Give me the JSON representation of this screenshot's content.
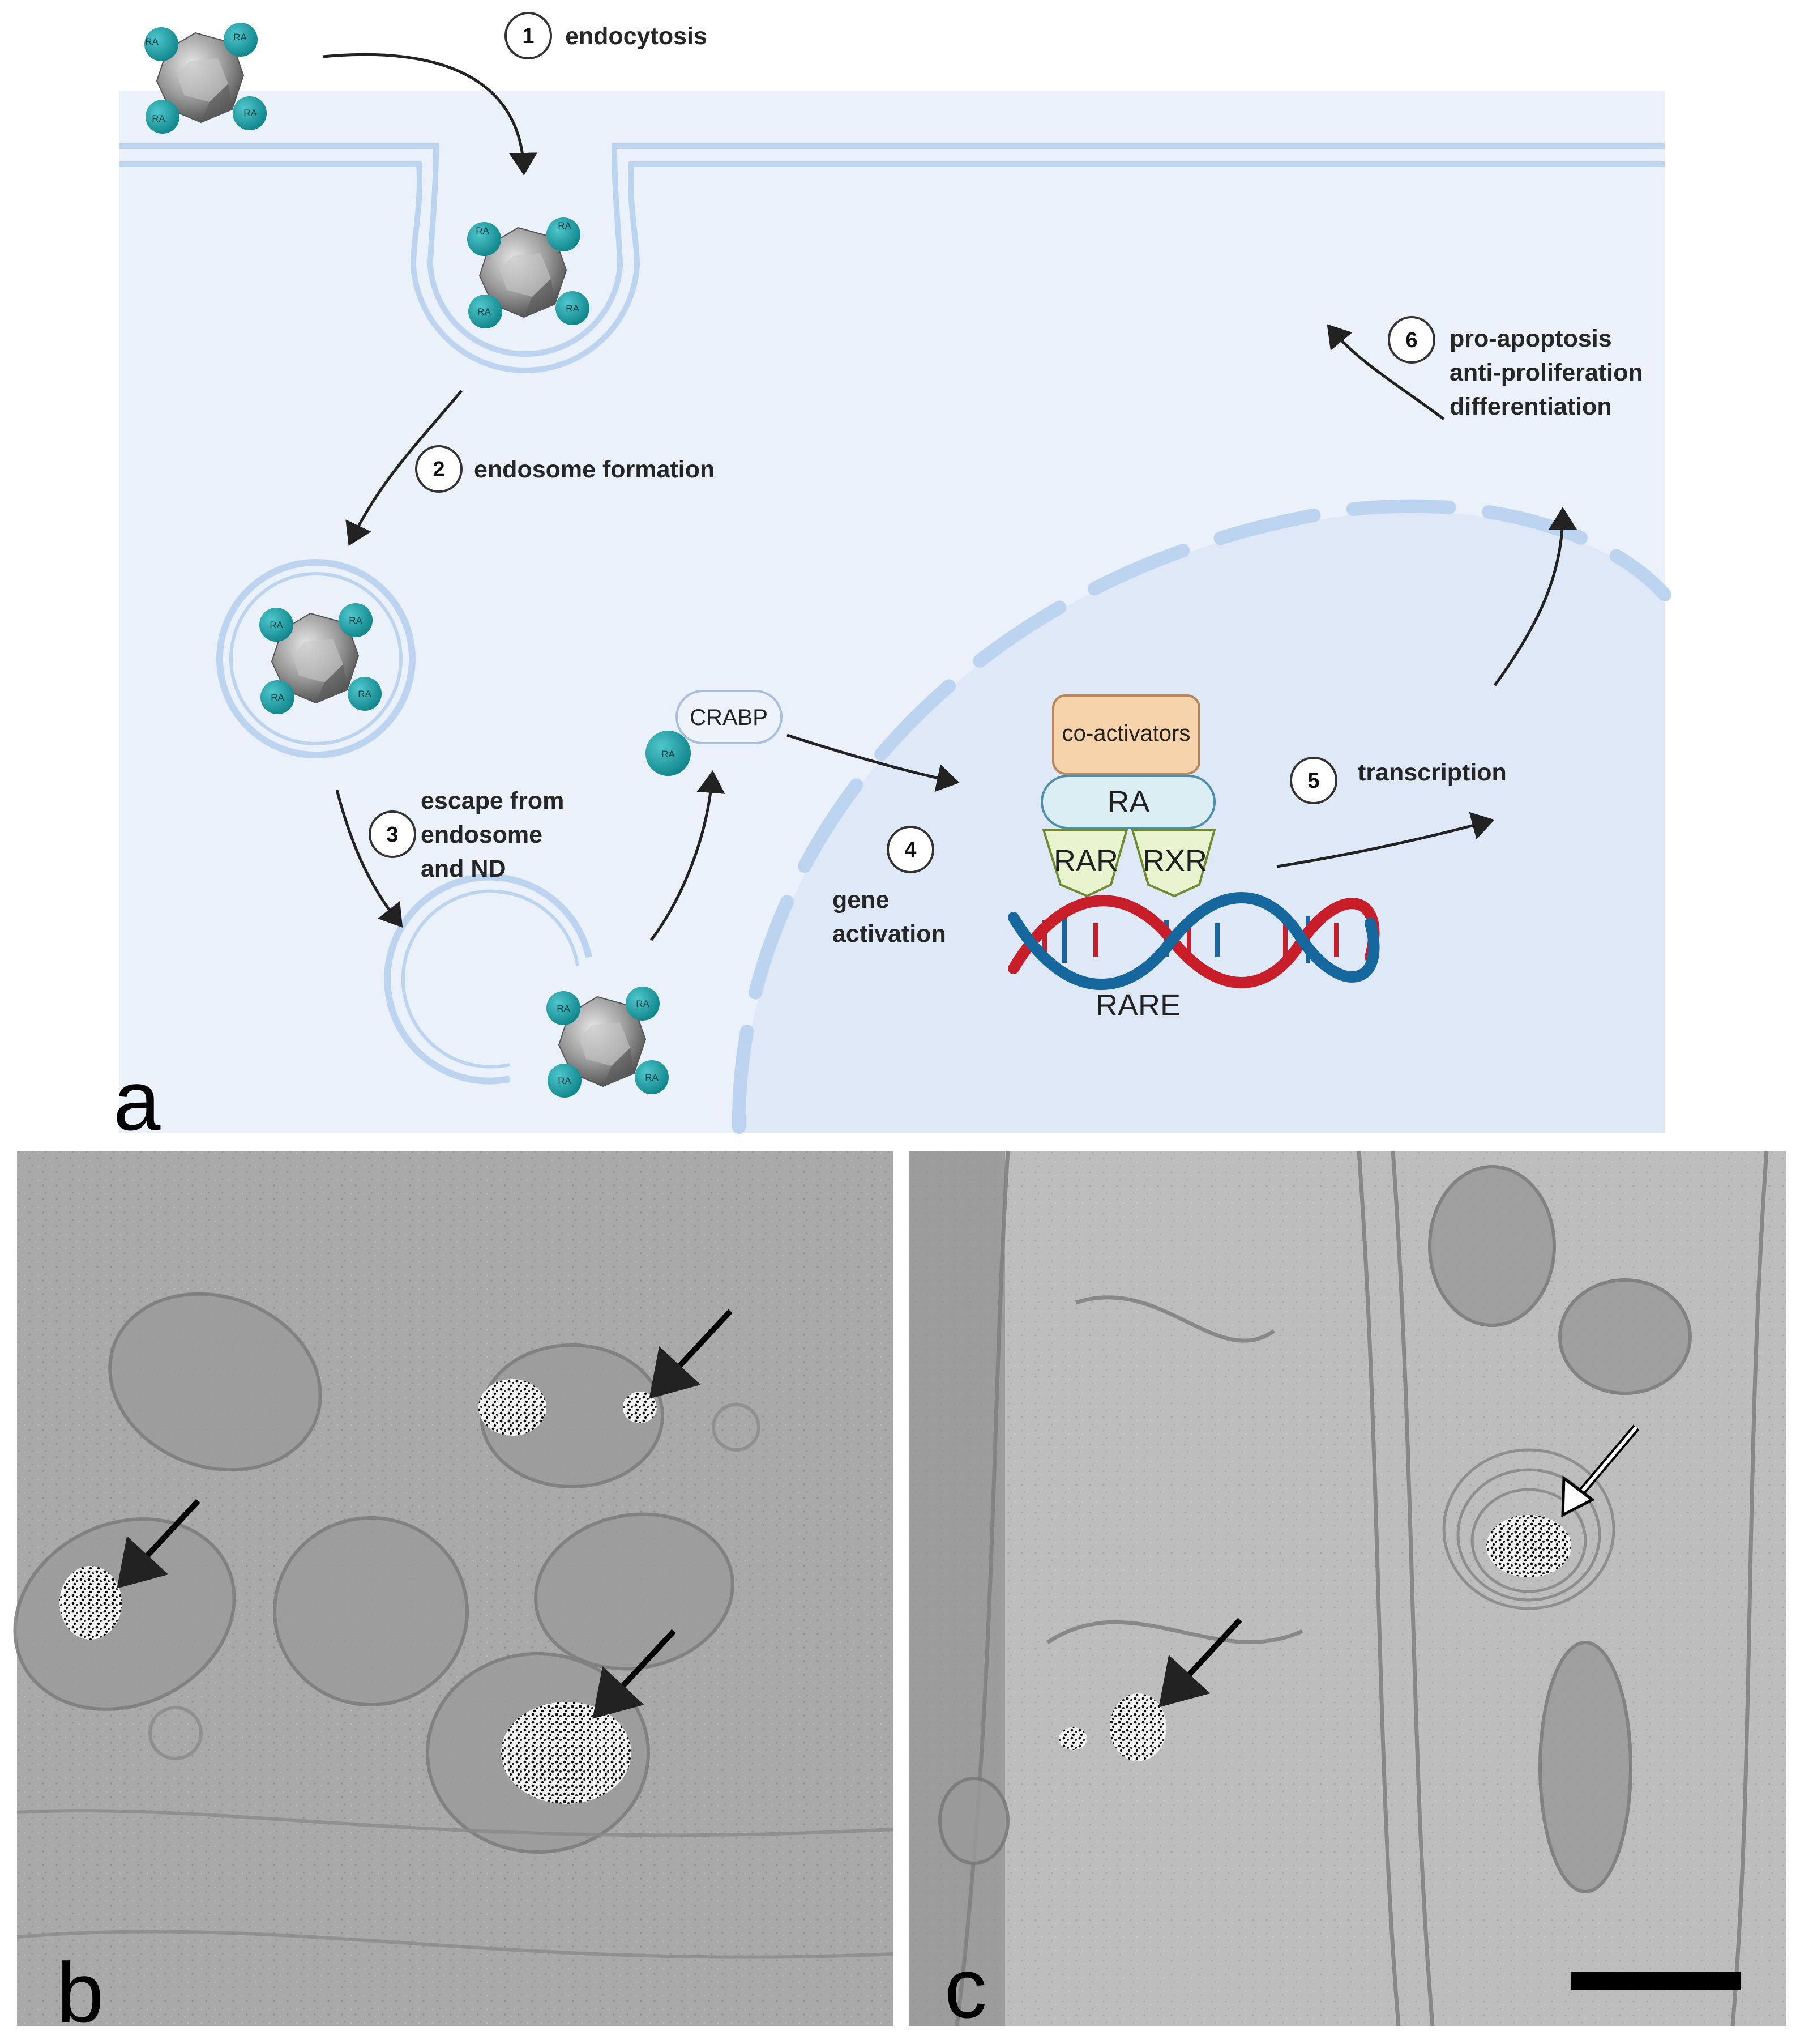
{
  "panel_a": {
    "label": "a",
    "steps": [
      {
        "num": "1",
        "lines": [
          "endocytosis"
        ]
      },
      {
        "num": "2",
        "lines": [
          "endosome formation"
        ]
      },
      {
        "num": "3",
        "lines": [
          "escape from",
          "endosome",
          "and ND"
        ]
      },
      {
        "num": "4",
        "lines": [
          "gene",
          "activation"
        ]
      },
      {
        "num": "5",
        "lines": [
          "transcription"
        ]
      },
      {
        "num": "6",
        "lines": [
          "pro-apoptosis",
          "anti-proliferation",
          "differentiation"
        ]
      }
    ],
    "ra_bead_label": "RA",
    "crabp_label": "CRABP",
    "coactivators_label": "co-activators",
    "ra_box_label": "RA",
    "rar_label": "RAR",
    "rxr_label": "RXR",
    "rare_label": "RARE"
  },
  "panel_b": {
    "label": "b"
  },
  "panel_c": {
    "label": "c"
  },
  "colors": {
    "cytoplasm": "#eaf1fb",
    "membrane": "#bcd4ef",
    "nucleus": "#dfe8f6",
    "ra_bead": "#159ea5",
    "dna_red": "#c81e2a",
    "dna_blue": "#16679e",
    "coactivator_fill": "#f6d3aa",
    "ra_box_fill": "#daeef4",
    "receptor_fill": "#e8f3cf"
  }
}
